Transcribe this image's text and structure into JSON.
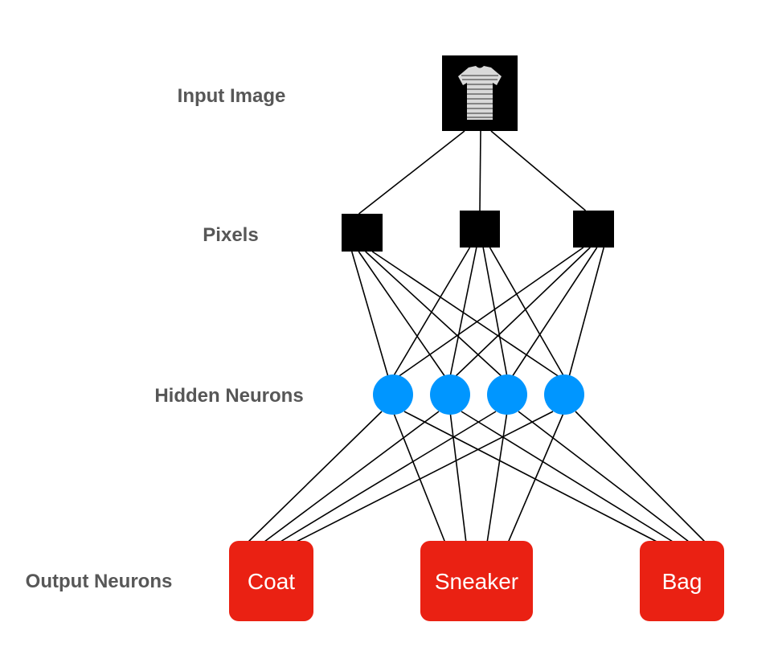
{
  "diagram": {
    "title": "Neural network for clothing image classification",
    "layer_labels": {
      "input": "Input Image",
      "pixels": "Pixels",
      "hidden": "Hidden Neurons",
      "output": "Output Neurons"
    },
    "input_image": {
      "description": "striped t-shirt (grayscale)",
      "icon": "tshirt-icon"
    },
    "pixels": {
      "count": 3
    },
    "hidden_neurons": {
      "count": 4
    },
    "output_neurons": [
      {
        "label": "Coat"
      },
      {
        "label": "Sneaker"
      },
      {
        "label": "Bag"
      }
    ],
    "connections": {
      "input_to_pixels": "all",
      "pixels_to_hidden": "fully-connected",
      "hidden_to_output": "fully-connected"
    },
    "colors": {
      "label_text": "#575757",
      "pixel_fill": "#000000",
      "hidden_fill": "#0096FF",
      "output_fill": "#EA2113",
      "output_text": "#FFFFFF",
      "edge": "#000000"
    }
  }
}
